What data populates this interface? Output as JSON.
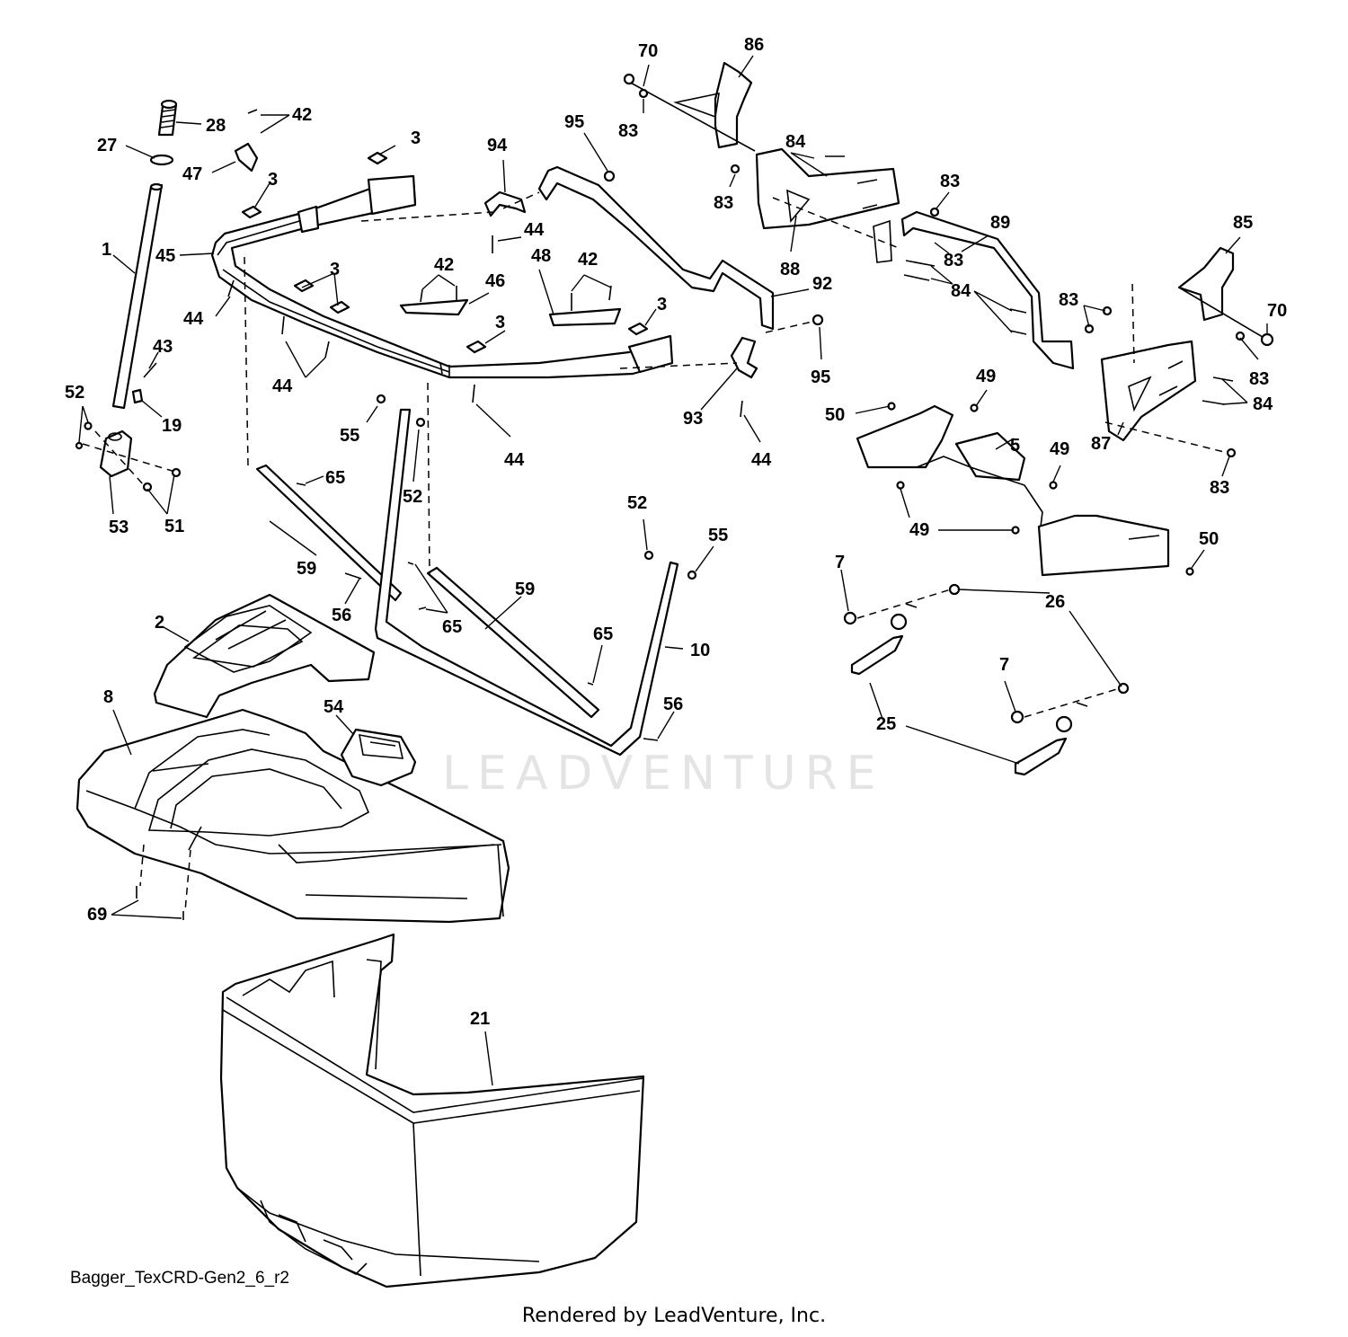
{
  "watermark": "LEADVENTURE",
  "diagram_code": "Bagger_TexCRD-Gen2_6_r2",
  "credit": "Rendered by LeadVenture, Inc.",
  "callouts": [
    {
      "id": "c1",
      "text": "1"
    },
    {
      "id": "c2",
      "text": "2"
    },
    {
      "id": "c3a",
      "text": "3"
    },
    {
      "id": "c3b",
      "text": "3"
    },
    {
      "id": "c3c",
      "text": "3"
    },
    {
      "id": "c3d",
      "text": "3"
    },
    {
      "id": "c3e",
      "text": "3"
    },
    {
      "id": "c5",
      "text": "5"
    },
    {
      "id": "c7a",
      "text": "7"
    },
    {
      "id": "c7b",
      "text": "7"
    },
    {
      "id": "c8",
      "text": "8"
    },
    {
      "id": "c10",
      "text": "10"
    },
    {
      "id": "c19",
      "text": "19"
    },
    {
      "id": "c21",
      "text": "21"
    },
    {
      "id": "c25",
      "text": "25"
    },
    {
      "id": "c26",
      "text": "26"
    },
    {
      "id": "c27",
      "text": "27"
    },
    {
      "id": "c28",
      "text": "28"
    },
    {
      "id": "c42a",
      "text": "42"
    },
    {
      "id": "c42b",
      "text": "42"
    },
    {
      "id": "c42c",
      "text": "42"
    },
    {
      "id": "c43",
      "text": "43"
    },
    {
      "id": "c44a",
      "text": "44"
    },
    {
      "id": "c44b",
      "text": "44"
    },
    {
      "id": "c44c",
      "text": "44"
    },
    {
      "id": "c44d",
      "text": "44"
    },
    {
      "id": "c44e",
      "text": "44"
    },
    {
      "id": "c45",
      "text": "45"
    },
    {
      "id": "c46",
      "text": "46"
    },
    {
      "id": "c47",
      "text": "47"
    },
    {
      "id": "c48",
      "text": "48"
    },
    {
      "id": "c49a",
      "text": "49"
    },
    {
      "id": "c49b",
      "text": "49"
    },
    {
      "id": "c49c",
      "text": "49"
    },
    {
      "id": "c50a",
      "text": "50"
    },
    {
      "id": "c50b",
      "text": "50"
    },
    {
      "id": "c51",
      "text": "51"
    },
    {
      "id": "c52a",
      "text": "52"
    },
    {
      "id": "c52b",
      "text": "52"
    },
    {
      "id": "c52c",
      "text": "52"
    },
    {
      "id": "c53",
      "text": "53"
    },
    {
      "id": "c54",
      "text": "54"
    },
    {
      "id": "c55a",
      "text": "55"
    },
    {
      "id": "c55b",
      "text": "55"
    },
    {
      "id": "c56a",
      "text": "56"
    },
    {
      "id": "c56b",
      "text": "56"
    },
    {
      "id": "c59a",
      "text": "59"
    },
    {
      "id": "c59b",
      "text": "59"
    },
    {
      "id": "c65a",
      "text": "65"
    },
    {
      "id": "c65b",
      "text": "65"
    },
    {
      "id": "c65c",
      "text": "65"
    },
    {
      "id": "c69",
      "text": "69"
    },
    {
      "id": "c70a",
      "text": "70"
    },
    {
      "id": "c70b",
      "text": "70"
    },
    {
      "id": "c83a",
      "text": "83"
    },
    {
      "id": "c83b",
      "text": "83"
    },
    {
      "id": "c83c",
      "text": "83"
    },
    {
      "id": "c83d",
      "text": "83"
    },
    {
      "id": "c83e",
      "text": "83"
    },
    {
      "id": "c83f",
      "text": "83"
    },
    {
      "id": "c83g",
      "text": "83"
    },
    {
      "id": "c84a",
      "text": "84"
    },
    {
      "id": "c84b",
      "text": "84"
    },
    {
      "id": "c84c",
      "text": "84"
    },
    {
      "id": "c85",
      "text": "85"
    },
    {
      "id": "c86",
      "text": "86"
    },
    {
      "id": "c87",
      "text": "87"
    },
    {
      "id": "c88",
      "text": "88"
    },
    {
      "id": "c89",
      "text": "89"
    },
    {
      "id": "c92",
      "text": "92"
    },
    {
      "id": "c93",
      "text": "93"
    },
    {
      "id": "c94",
      "text": "94"
    },
    {
      "id": "c95a",
      "text": "95"
    },
    {
      "id": "c95b",
      "text": "95"
    }
  ]
}
